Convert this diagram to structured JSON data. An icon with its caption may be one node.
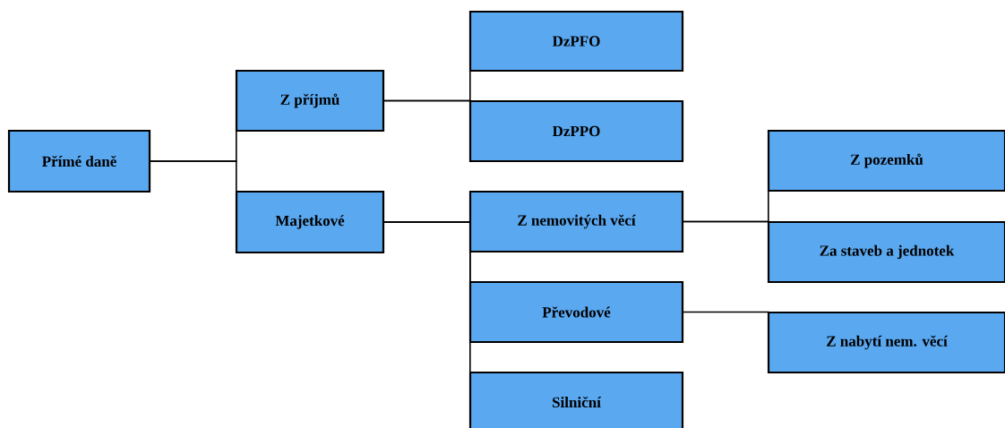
{
  "diagram": {
    "nodes": [
      {
        "text": [
          "Přímé daně"
        ]
      },
      {
        "text": [
          "Z příjmů"
        ]
      },
      {
        "text": [
          "Majetkové"
        ]
      },
      {
        "text": [
          "DzPFO"
        ]
      },
      {
        "text": [
          "DzPPO"
        ]
      },
      {
        "text": [
          "Z nemovitých věcí"
        ]
      },
      {
        "text": [
          "Převodové"
        ]
      },
      {
        "text": [
          "Silniční"
        ]
      },
      {
        "text": [
          "Z pozemků"
        ]
      },
      {
        "text": [
          "Za staveb a jednotek"
        ]
      },
      {
        "text": [
          "Z nabytí nem. věcí"
        ]
      }
    ],
    "edges": [
      {
        "from": 0,
        "to": 1,
        "arrow": "none"
      },
      {
        "from": 0,
        "to": 2,
        "arrow": "none"
      },
      {
        "from": 1,
        "to": 3,
        "arrow": "none"
      },
      {
        "from": 1,
        "to": 4,
        "arrow": "none"
      },
      {
        "from": 2,
        "to": 5,
        "arrow": "none"
      },
      {
        "from": 2,
        "to": 6,
        "arrow": "none"
      },
      {
        "from": 2,
        "to": 7,
        "arrow": "none"
      },
      {
        "from": 5,
        "to": 8,
        "arrow": "none"
      },
      {
        "from": 5,
        "to": 9,
        "arrow": "none"
      },
      {
        "from": 6,
        "to": 10,
        "arrow": "none"
      }
    ]
  }
}
